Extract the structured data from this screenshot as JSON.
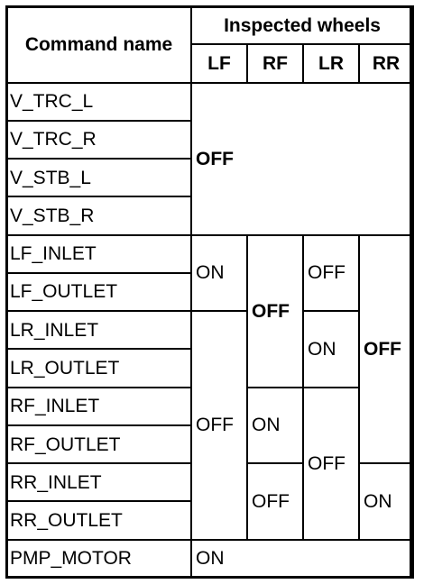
{
  "header": {
    "command_name": "Command name",
    "inspected_wheels": "Inspected wheels",
    "wheels": [
      "LF",
      "RF",
      "LR",
      "RR"
    ]
  },
  "commands": [
    "V_TRC_L",
    "V_TRC_R",
    "V_STB_L",
    "V_STB_R",
    "LF_INLET",
    "LF_OUTLET",
    "LR_INLET",
    "LR_OUTLET",
    "RF_INLET",
    "RF_OUTLET",
    "RR_INLET",
    "RR_OUTLET",
    "PMP_MOTOR"
  ],
  "values": {
    "vsc_all": "OFF",
    "lf_inlet_outlet_lf": "ON",
    "lf_inlet_outlet_lr": "OFF",
    "rf_col_upper": "OFF",
    "rr_col_upper": "OFF",
    "lr_inlet_outlet_lr": "ON",
    "lf_col_lower": "OFF",
    "rf_inlet_outlet_rf": "ON",
    "lr_col_lower": "OFF",
    "rr_inlet_outlet_rf": "OFF",
    "rr_inlet_outlet_rr": "ON",
    "pmp_motor": "ON"
  }
}
